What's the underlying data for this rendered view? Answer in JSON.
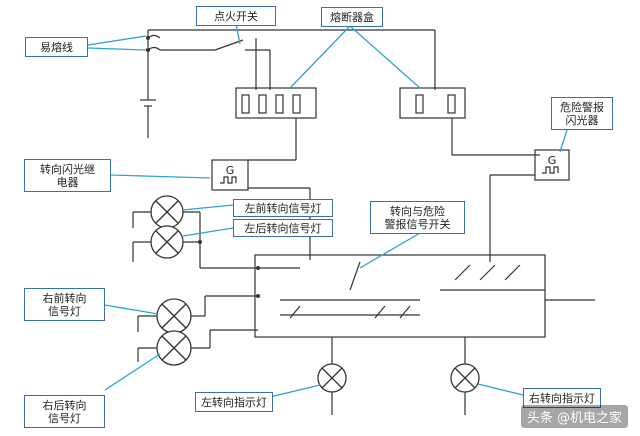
{
  "labels": {
    "fusible_wire": "易熔线",
    "ignition_switch": "点火开关",
    "fuse_box": "熔断器盒",
    "hazard_flasher": "危险警报\n闪光器",
    "turn_flasher_relay": "转向闪光继\n电器",
    "left_front_lamp": "左前转向信号灯",
    "left_rear_lamp": "左后转向信号灯",
    "turn_hazard_switch": "转向与危险\n警报信号开关",
    "right_front_lamp": "右前转向\n信号灯",
    "right_rear_lamp": "右后转向\n信号灯",
    "left_indicator": "左转向指示灯",
    "right_indicator": "右转向指示灯",
    "flasher_symbol": "G",
    "watermark": "头条 @机电之家"
  },
  "colors": {
    "wire": "#333333",
    "leader": "#29a3d6",
    "box_border": "#3a6fae"
  }
}
